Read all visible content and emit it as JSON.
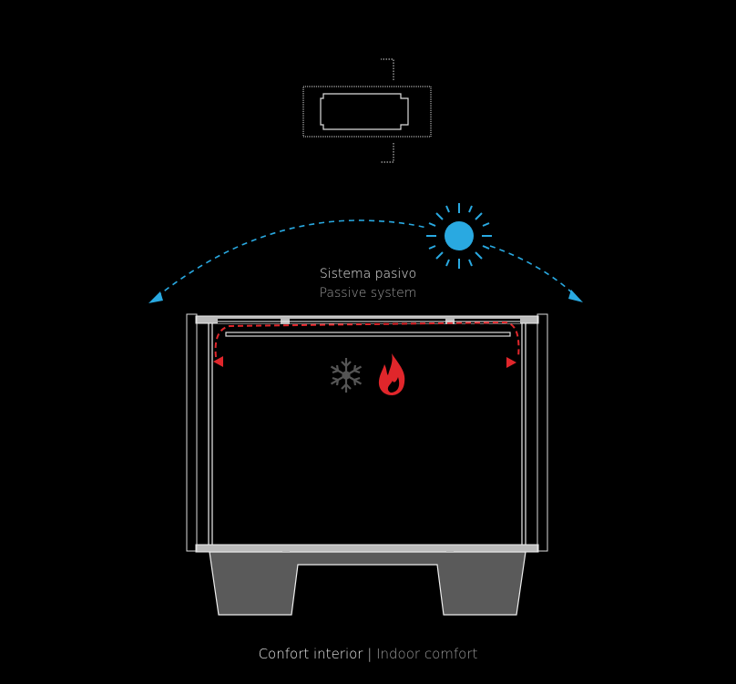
{
  "system": {
    "title_es": "Sistema pasivo",
    "title_en": "Passive system"
  },
  "caption": {
    "es": "Confort interior",
    "separator": "|",
    "en": "Indoor comfort"
  },
  "icons": [
    "orientation-plan-icon",
    "sun-icon",
    "snowflake-icon",
    "flame-icon"
  ],
  "colors": {
    "sun": "#29a9e1",
    "airflow": "#e0262b",
    "snow": "#555555",
    "base": "#5a5a5a",
    "background": "#000000"
  }
}
